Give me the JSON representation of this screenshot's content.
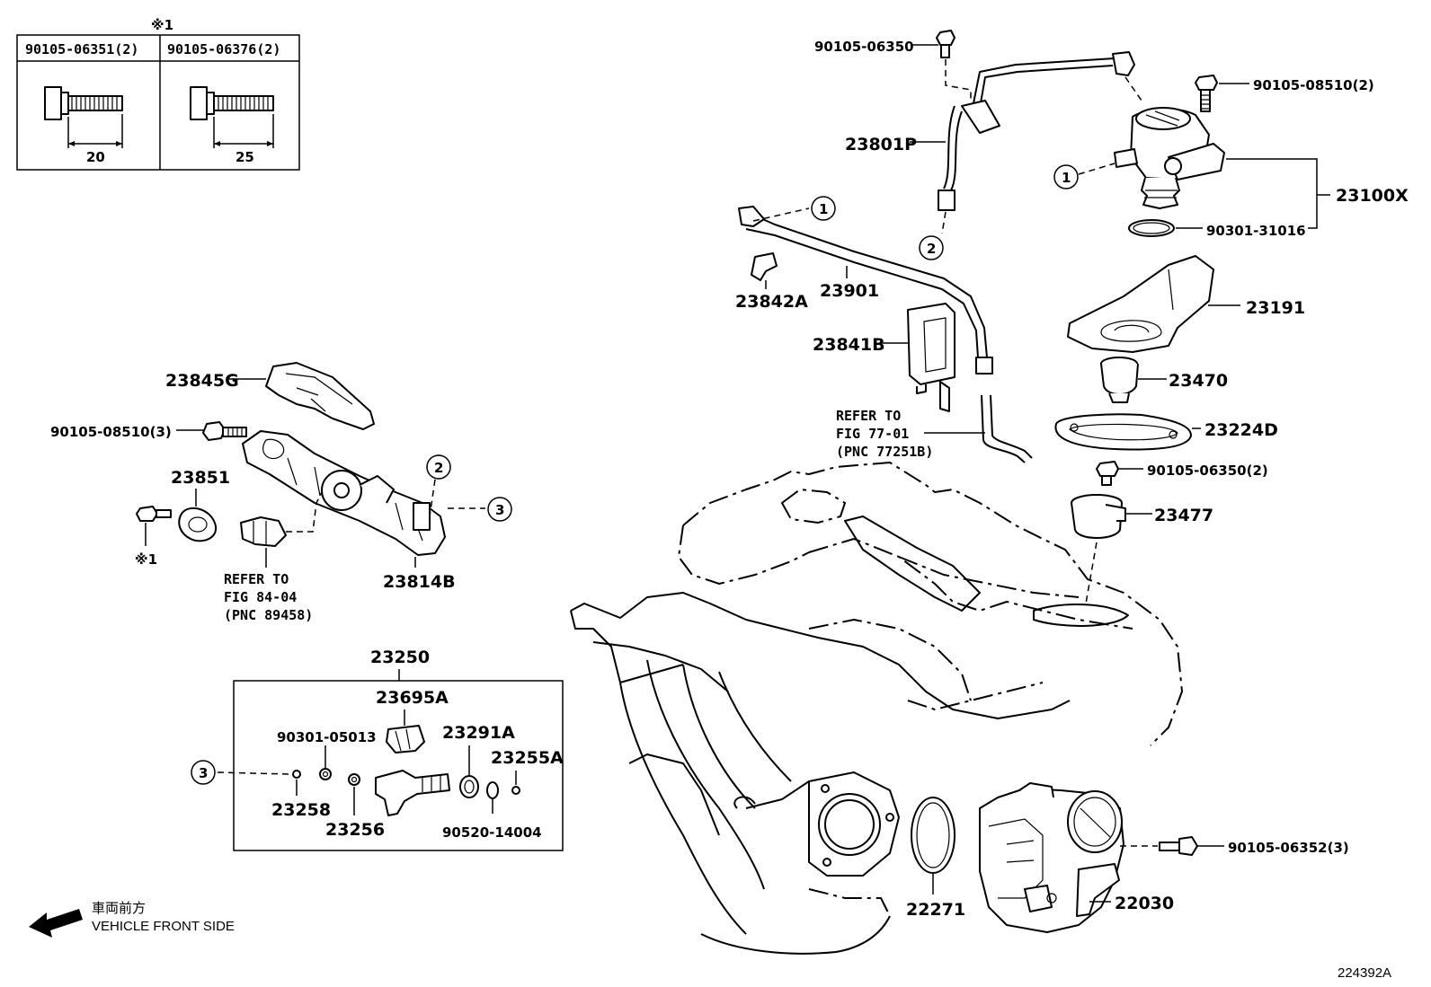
{
  "bolt_table": {
    "note_mark": "※1",
    "col1_part": "90105-06351(2)",
    "col2_part": "90105-06376(2)",
    "col1_length": "20",
    "col2_length": "25"
  },
  "refs": {
    "r1": "1",
    "r2": "2",
    "r3": "3"
  },
  "parts": {
    "p90105_06350": "90105-06350",
    "p90105_08510_2": "90105-08510(2)",
    "p23801P": "23801P",
    "p23100X": "23100X",
    "p90301_31016": "90301-31016",
    "p23842A": "23842A",
    "p23901": "23901",
    "p23191": "23191",
    "p23841B": "23841B",
    "p23470": "23470",
    "p23224D": "23224D",
    "p90105_06350_2": "90105-06350(2)",
    "p23477": "23477",
    "p23845G": "23845G",
    "p90105_08510_3": "90105-08510(3)",
    "p23851": "23851",
    "note_mark_small": "※1",
    "p23814B": "23814B",
    "p23250": "23250",
    "p23695A": "23695A",
    "p90301_05013": "90301-05013",
    "p23291A": "23291A",
    "p23255A": "23255A",
    "p23258": "23258",
    "p23256": "23256",
    "p90520_14004": "90520-14004",
    "p90105_06352_3": "90105-06352(3)",
    "p22271": "22271",
    "p22030": "22030"
  },
  "refer1": {
    "line1": "REFER TO",
    "line2": "FIG 77-01",
    "line3": "(PNC 77251B)"
  },
  "refer2": {
    "line1": "REFER TO",
    "line2": "FIG 84-04",
    "line3": "(PNC 89458)"
  },
  "front": {
    "jp": "車両前方",
    "en": "VEHICLE FRONT SIDE"
  },
  "figure_id": "224392A"
}
